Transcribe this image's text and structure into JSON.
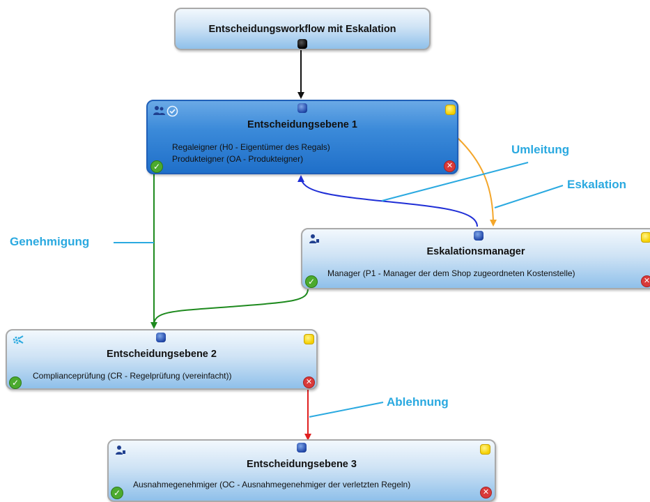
{
  "colors": {
    "approve": "#1e8a1e",
    "redirect": "#1f2ed6",
    "escalation": "#f4a62a",
    "reject": "#e02020",
    "flow": "#111111",
    "annotation": "#2aa9e0"
  },
  "nodes": {
    "start": {
      "title": "Entscheidungsworkflow mit Eskalation"
    },
    "level1": {
      "title": "Entscheidungsebene 1",
      "lines": [
        "Regaleigner (H0 - Eigentümer des Regals)",
        "Produkteigner (OA - Produkteigner)"
      ],
      "icons": [
        "users-icon",
        "clock-check-icon"
      ]
    },
    "escalation_manager": {
      "title": "Eskalationsmanager",
      "lines": [
        "Manager (P1 - Manager der dem Shop zugeordneten Kostenstelle)"
      ],
      "icons": [
        "user-icon"
      ]
    },
    "level2": {
      "title": "Entscheidungsebene 2",
      "lines": [
        "Complianceprüfung (CR - Regelprüfung (vereinfacht))"
      ],
      "icons": [
        "gear-icon"
      ]
    },
    "level3": {
      "title": "Entscheidungsebene 3",
      "lines": [
        "Ausnahmegenehmiger (OC - Ausnahmegenehmiger der verletzten Regeln)"
      ],
      "icons": [
        "user-icon"
      ]
    }
  },
  "annotations": {
    "approval": "Genehmigung",
    "redirect": "Umleitung",
    "escalation": "Eskalation",
    "rejection": "Ablehnung"
  }
}
